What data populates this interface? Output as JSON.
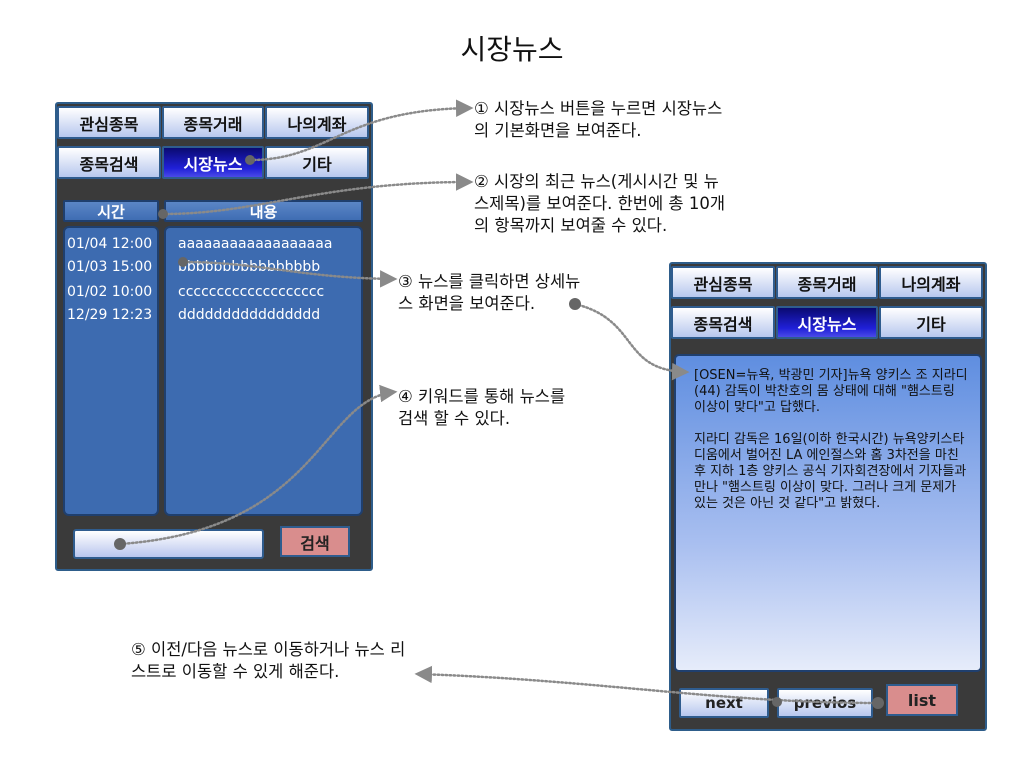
{
  "page_title": "시장뉴스",
  "tabs": [
    "관심종목",
    "종목거래",
    "나의계좌",
    "종목검색",
    "시장뉴스",
    "기타"
  ],
  "active_tab": "시장뉴스",
  "list_headers": {
    "time": "시간",
    "content": "내용"
  },
  "news_rows": [
    {
      "time": "01/04 12:00",
      "title": "aaaaaaaaaaaaaaaaaa"
    },
    {
      "time": "01/03 15:00",
      "title": "bbbbbbbbbbbbbbbb"
    },
    {
      "time": "01/02 10:00",
      "title": "ccccccccccccccccccc"
    },
    {
      "time": "12/29 12:23",
      "title": "dddddddddddddddd"
    }
  ],
  "search": {
    "value": "",
    "button_label": "검색"
  },
  "detail": {
    "text": "[OSEN=뉴욕, 박광민 기자]뉴욕 양키스 조 지라디(44) 감독이 박찬호의 몸 상태에 대해 \"햄스트링 이상이 맞다\"고 답했다.\n\n지라디 감독은 16일(이하 한국시간) 뉴욕양키스타디움에서 벌어진 LA 에인절스와 홈 3차전을 마친 후 지하 1층 양키스 공식 기자회견장에서 기자들과 만나 \"햄스트링 이상이 맞다. 그러나 크게 문제가 있는 것은 아닌 것 같다\"고 밝혔다."
  },
  "nav": {
    "next": "next",
    "previous": "previos",
    "list": "list"
  },
  "notes": {
    "n1": "① 시장뉴스 버튼을 누르면 시장뉴스\n의 기본화면을 보여준다.",
    "n2": "② 시장의 최근 뉴스(게시시간 및 뉴\n스제목)를 보여준다. 한번에 총 10개\n의 항목까지 보여줄 수 있다.",
    "n3": "③ 뉴스를 클릭하면 상세뉴\n스 화면을 보여준다.",
    "n4": "④ 키워드를 통해 뉴스를\n검색 할 수 있다.",
    "n5": "⑤ 이전/다음 뉴스로 이동하거나 뉴스 리\n스트로 이동할 수 있게 해준다."
  },
  "colors": {
    "active_tab": "#2020d8",
    "panel": "#3d6bb0",
    "search_button": "#d98d8d",
    "border": "#2f5c8e"
  }
}
